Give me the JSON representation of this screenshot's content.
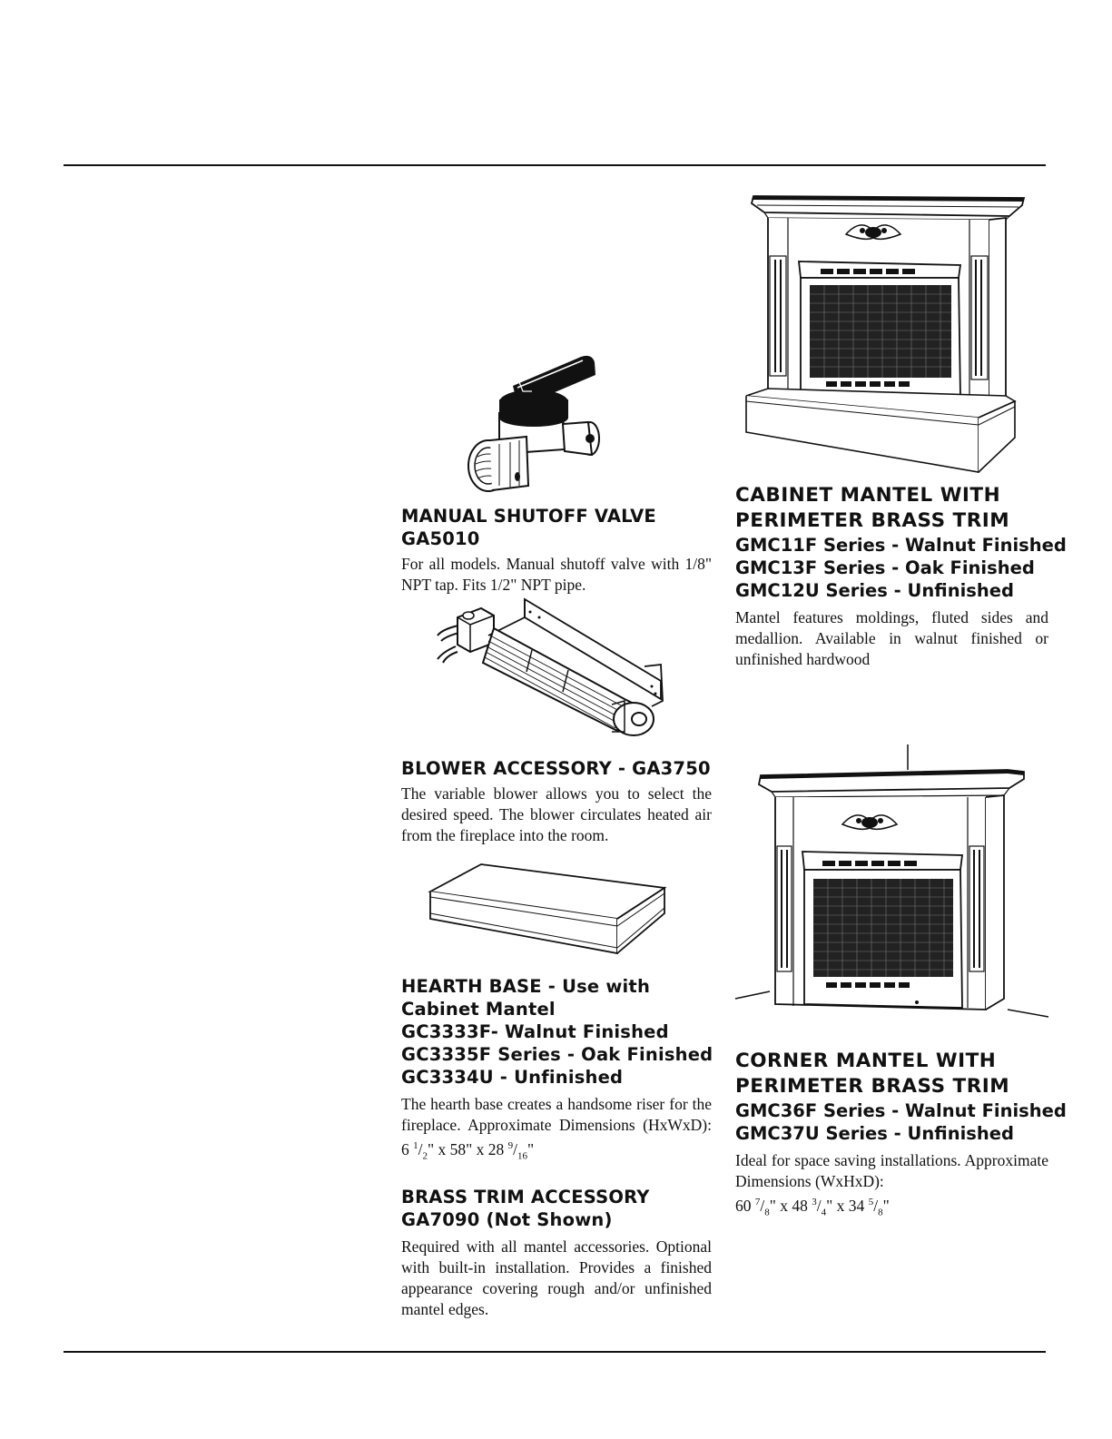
{
  "items": {
    "valve": {
      "heading": [
        "MANUAL SHUTOFF VALVE",
        "GA5010"
      ],
      "body": "For all models. Manual shutoff valve with 1/8\" NPT tap. Fits 1/2\" NPT pipe."
    },
    "blower": {
      "heading": [
        "BLOWER ACCESSORY - GA3750"
      ],
      "body": "The variable blower allows you to select the desired speed. The blower circulates heated air from the fireplace into the room."
    },
    "hearth": {
      "heading": [
        "HEARTH BASE - Use with",
        "Cabinet Mantel",
        "GC3333F- Walnut Finished",
        "GC3335F Series - Oak Finished",
        "GC3334U - Unfinished"
      ],
      "body_prefix": "The hearth base creates a handsome riser for the fireplace. Approximate Dimensions (HxWxD): 6 ",
      "dims": [
        "1",
        "2",
        "\" x 58\" x 28 ",
        "9",
        "16",
        "\""
      ]
    },
    "brass": {
      "heading": [
        "BRASS TRIM ACCESSORY",
        "GA7090 (Not Shown)"
      ],
      "body": "Required with all mantel accessories. Optional with built-in installation. Provides a finished appearance covering rough and/or unfinished mantel edges."
    },
    "cabinet": {
      "heading": [
        "CABINET MANTEL WITH",
        "PERIMETER BRASS TRIM"
      ],
      "series": [
        "GMC11F Series - Walnut Finished",
        "GMC13F Series - Oak Finished",
        "GMC12U Series - Unfinished"
      ],
      "body": "Mantel features moldings, fluted sides and medallion. Available in walnut finished or unfinished hardwood"
    },
    "corner": {
      "heading": [
        "CORNER MANTEL WITH",
        "PERIMETER BRASS TRIM"
      ],
      "series": [
        "GMC36F Series - Walnut Finished",
        "GMC37U Series - Unfinished"
      ],
      "body": "Ideal for space saving installations. Approximate Dimensions (WxHxD):",
      "dims": [
        "60 ",
        "7",
        "8",
        "\" x 48 ",
        "3",
        "4",
        "\" x 34 ",
        "5",
        "8",
        "\""
      ]
    }
  },
  "icons": {
    "valve": "shutoff-valve-illustration",
    "blower": "blower-illustration",
    "hearth": "hearth-base-illustration",
    "cabinet": "cabinet-mantel-illustration",
    "corner": "corner-mantel-illustration"
  }
}
